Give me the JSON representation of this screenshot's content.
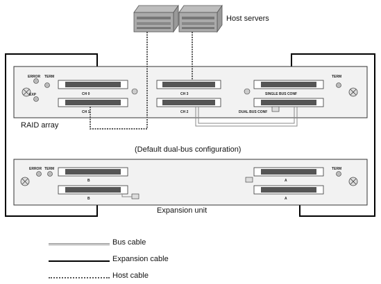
{
  "labels": {
    "host_servers": "Host servers",
    "raid_array": "RAID array",
    "config": "(Default dual-bus configuration)",
    "expansion_unit": "Expansion unit"
  },
  "raid_panel": {
    "error": "ERROR",
    "term_left": "TERM",
    "exp": "EXP",
    "ch0": "CH 0",
    "ch1": "CH 1",
    "ch2": "CH 2",
    "ch3": "CH 3",
    "term_right": "TERM",
    "single_bus_conf": "SINGLE BUS CONF",
    "dual_bus_conf": "DUAL BUS CONF"
  },
  "expansion_panel": {
    "error": "ERROR",
    "term_left": "TERM",
    "b": "B",
    "a": "A",
    "term_right": "TERM"
  },
  "legend": [
    {
      "label": "Bus cable",
      "style": "bus"
    },
    {
      "label": "Expansion cable",
      "style": "expansion"
    },
    {
      "label": "Host cable",
      "style": "host"
    }
  ],
  "colors": {
    "bus_cable": "#888888",
    "expansion_cable": "#000000",
    "host_cable": "#555555",
    "panel_fill": "#f2f2f2"
  }
}
